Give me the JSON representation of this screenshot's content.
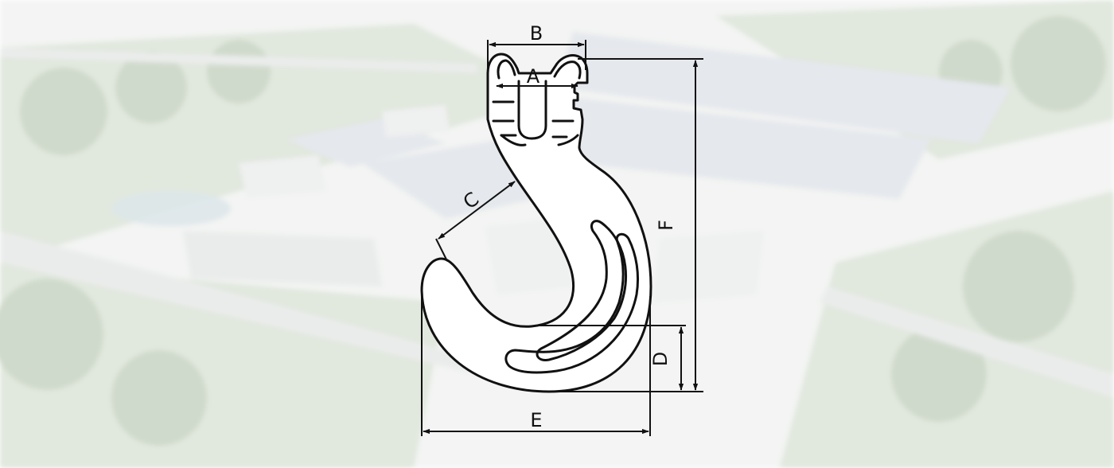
{
  "background": {
    "description_hidden": true,
    "sky_color": "#e9ecea",
    "field_color": "#c9d6c4",
    "tree_color": "#a9bca3",
    "roof_color": "#cfd6de",
    "wall_color": "#e2e4e4",
    "road_color": "#d9dcda",
    "overlay_color": "#ffffff"
  },
  "hook": {
    "stroke_color": "#111111",
    "fill_color": "#ffffff"
  },
  "dimensions": {
    "a": "A",
    "b": "B",
    "c": "C",
    "d": "D",
    "e": "E",
    "f": "F"
  }
}
